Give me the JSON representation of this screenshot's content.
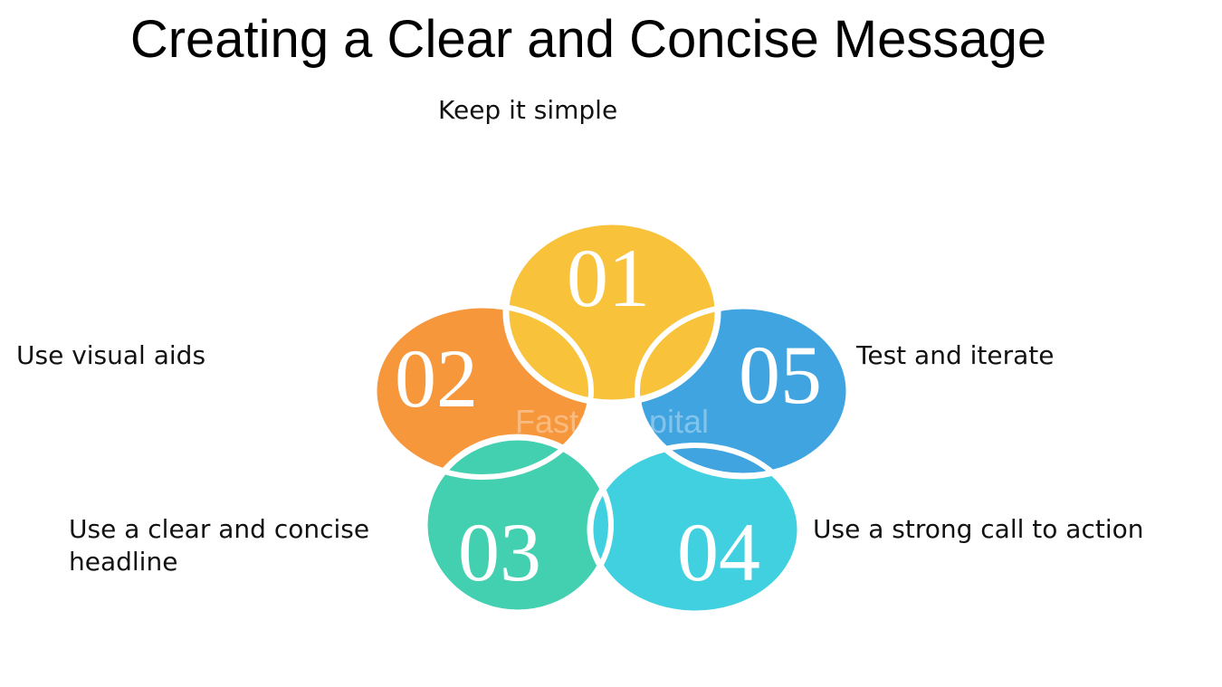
{
  "title": "Creating a Clear and Concise Message",
  "watermark": "FasterCapital",
  "items": [
    {
      "number": "01",
      "label": "Keep it simple",
      "color": "#F8C23A"
    },
    {
      "number": "02",
      "label": "Use visual aids",
      "color": "#F7973C"
    },
    {
      "number": "03",
      "label": "Use a clear and concise headline",
      "color": "#43D0B1"
    },
    {
      "number": "04",
      "label": "Use a strong call to action",
      "color": "#41D0E0"
    },
    {
      "number": "05",
      "label": "Test and iterate",
      "color": "#3FA4E0"
    }
  ]
}
